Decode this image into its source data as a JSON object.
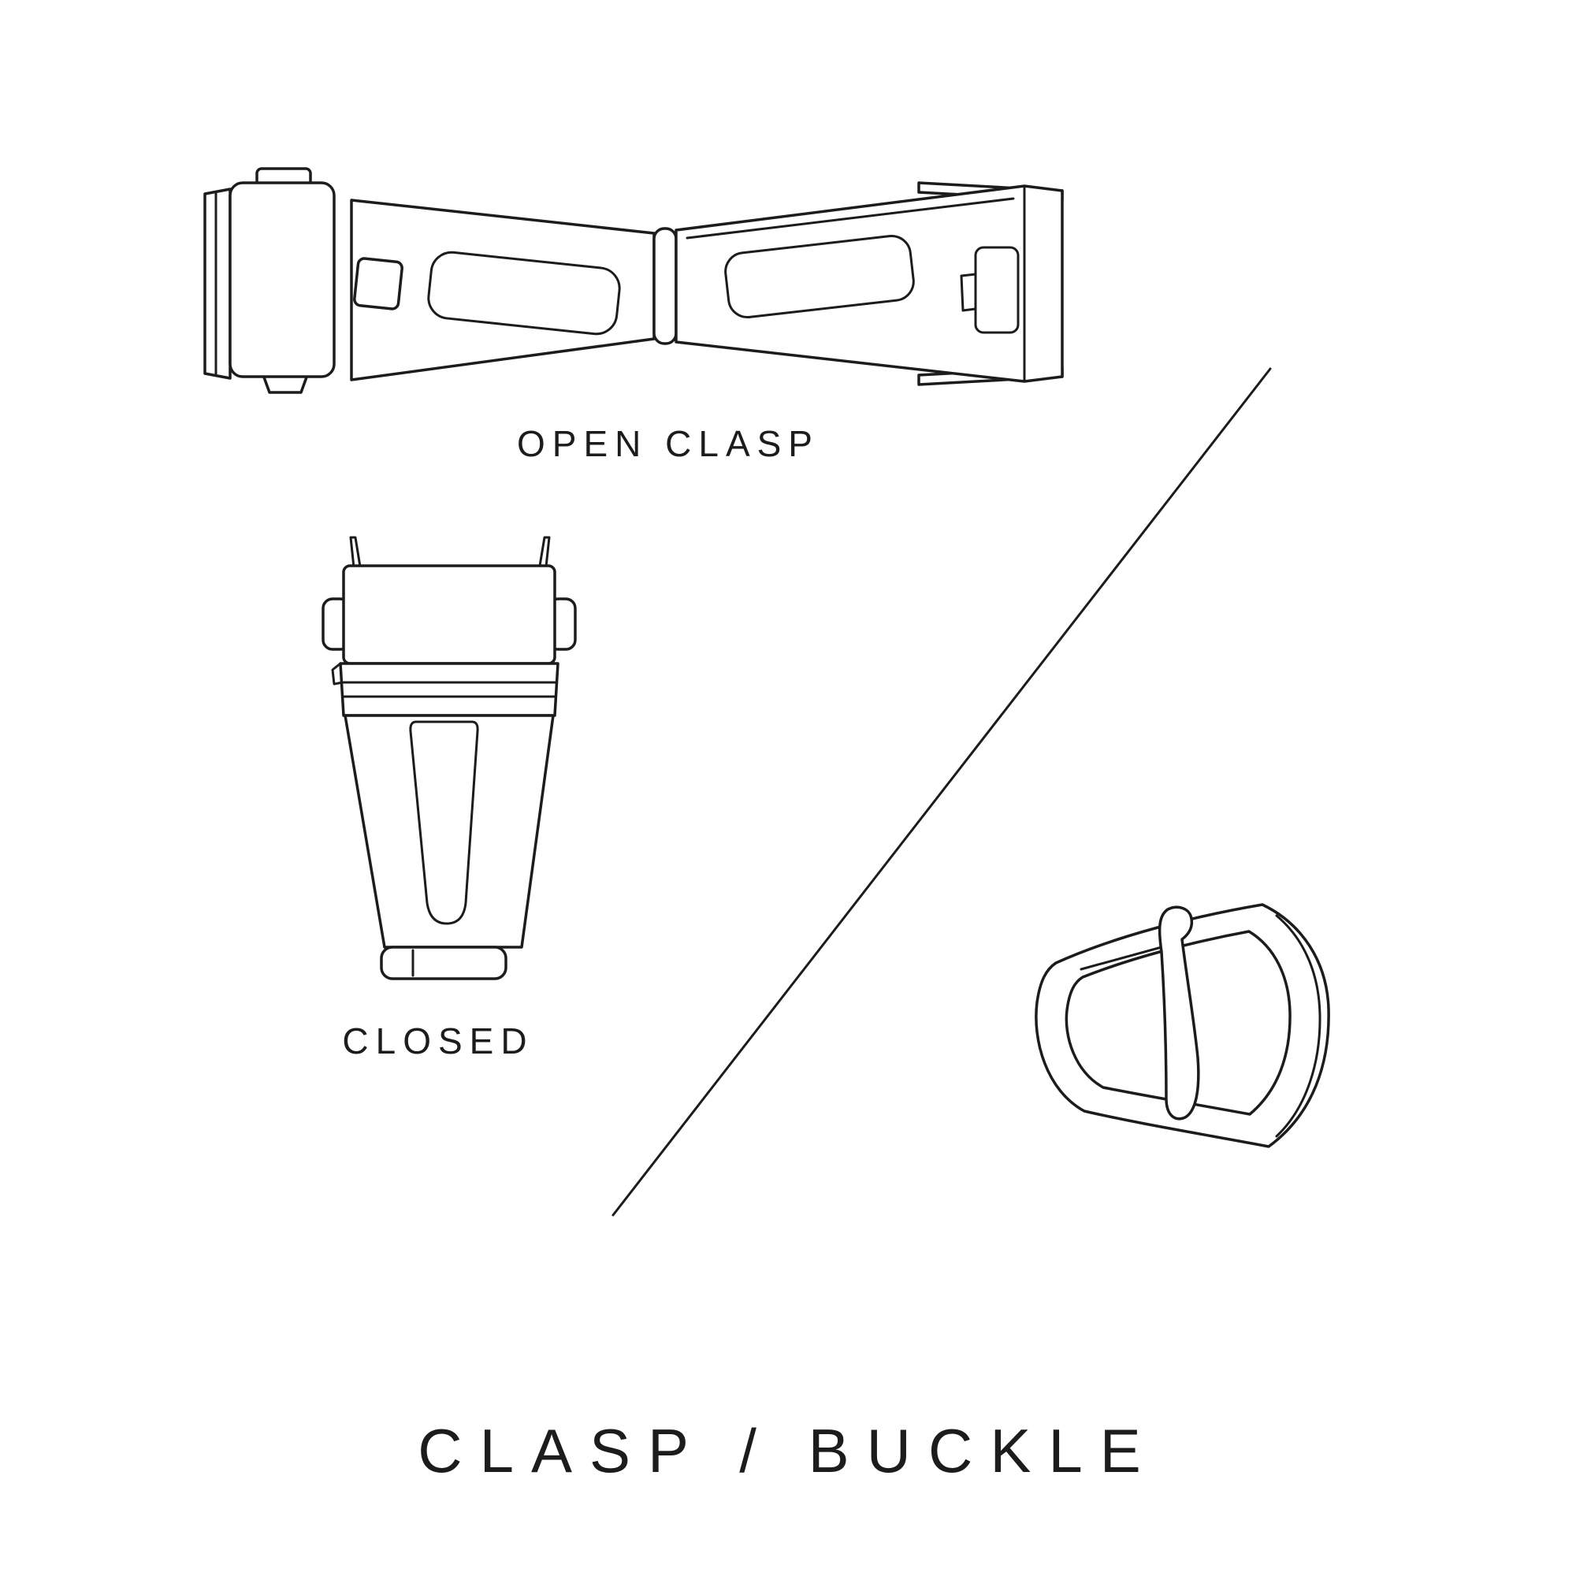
{
  "page": {
    "title": "CLASP / BUCKLE",
    "background": "#ffffff",
    "line_color": "#1c1c1c"
  },
  "labels": {
    "open_clasp": "OPEN CLASP",
    "closed": "CLOSED"
  },
  "illustrations": {
    "open_clasp": "open-clasp-illustration",
    "closed_clasp": "closed-clasp-illustration",
    "divider": "diagonal-divider-line",
    "buckle": "buckle-illustration"
  }
}
